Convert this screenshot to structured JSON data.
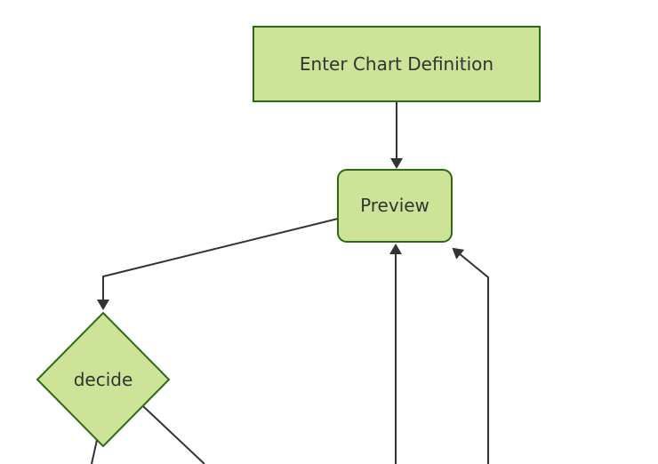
{
  "diagram": {
    "kind": "flowchart",
    "nodes": {
      "enter_chart_definition": {
        "label": "Enter Chart Definition",
        "shape": "rectangle"
      },
      "preview": {
        "label": "Preview",
        "shape": "rounded-rectangle"
      },
      "decide": {
        "label": "decide",
        "shape": "diamond"
      }
    },
    "edges": [
      {
        "from": "enter_chart_definition",
        "to": "preview",
        "arrow": true
      },
      {
        "from": "preview",
        "to": "decide",
        "arrow": true
      },
      {
        "from": "offscreen_bottom",
        "to": "preview",
        "arrow": true
      },
      {
        "from": "offscreen_bottom_right",
        "to": "preview",
        "arrow": true
      },
      {
        "from": "decide",
        "to": "offscreen_bottom_left",
        "arrow": false
      },
      {
        "from": "decide",
        "to": "offscreen_bottom_right",
        "arrow": false
      }
    ],
    "colors": {
      "node_fill": "#cde498",
      "node_stroke": "#2d6a16",
      "edge_stroke": "#333333",
      "text": "#333333",
      "background": "#ffffff"
    }
  }
}
